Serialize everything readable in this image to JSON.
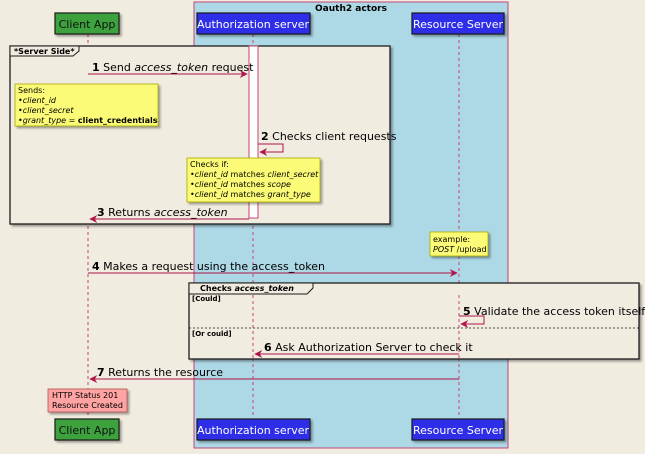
{
  "diagram": {
    "group_title": "Oauth2 actors",
    "participants": {
      "client": "Client App",
      "auth": "Authorization server",
      "resource": "Resource Server"
    },
    "frames": {
      "server_side": "*Server Side*",
      "checks": {
        "title_prefix": "Checks ",
        "title_em": "access_token",
        "could": "[Could]",
        "or_could": "[Or could]"
      }
    },
    "messages": {
      "m1": {
        "num": "1",
        "pre": "Send ",
        "em": "access_token",
        "post": " request"
      },
      "m2": {
        "num": "2",
        "text": "Checks client requests"
      },
      "m3": {
        "num": "3",
        "pre": "Returns ",
        "em": "access_token"
      },
      "m4": {
        "num": "4",
        "text": "Makes a request using the access_token"
      },
      "m5": {
        "num": "5",
        "text": "Validate the access token itself"
      },
      "m6": {
        "num": "6",
        "text": "Ask Authorization Server to check it"
      },
      "m7": {
        "num": "7",
        "text": "Returns the resource"
      }
    },
    "notes": {
      "sends": {
        "title": "Sends:",
        "l1": "client_id",
        "l2": "client_secret",
        "l3_em": "grant_type",
        "l3_eq": " = ",
        "l3_b": "client_credentials"
      },
      "checks_if": {
        "title": "Checks if:",
        "l1a": "client_id",
        "l1b": " matches ",
        "l1c": "client_secret",
        "l2a": "client_id",
        "l2b": " matches ",
        "l2c": "scope",
        "l3a": "client_id",
        "l3b": " matches ",
        "l3c": "grant_type"
      },
      "example": {
        "l1": "example:",
        "l2a": "POST",
        "l2b": " /upload"
      },
      "http": {
        "l1": "HTTP Status 201",
        "l2": "Resource Created"
      }
    },
    "colors": {
      "background": "#f1ece0",
      "group_fill": "#add8e6",
      "group_border": "#c5457a",
      "client_fill": "#3ca23c",
      "server_fill": "#2f2fe8",
      "arrow": "#b0164b",
      "note_yellow": "#fbfb77",
      "note_pink": "#ffa3a3",
      "frame_fill": "#f1ece0"
    }
  }
}
